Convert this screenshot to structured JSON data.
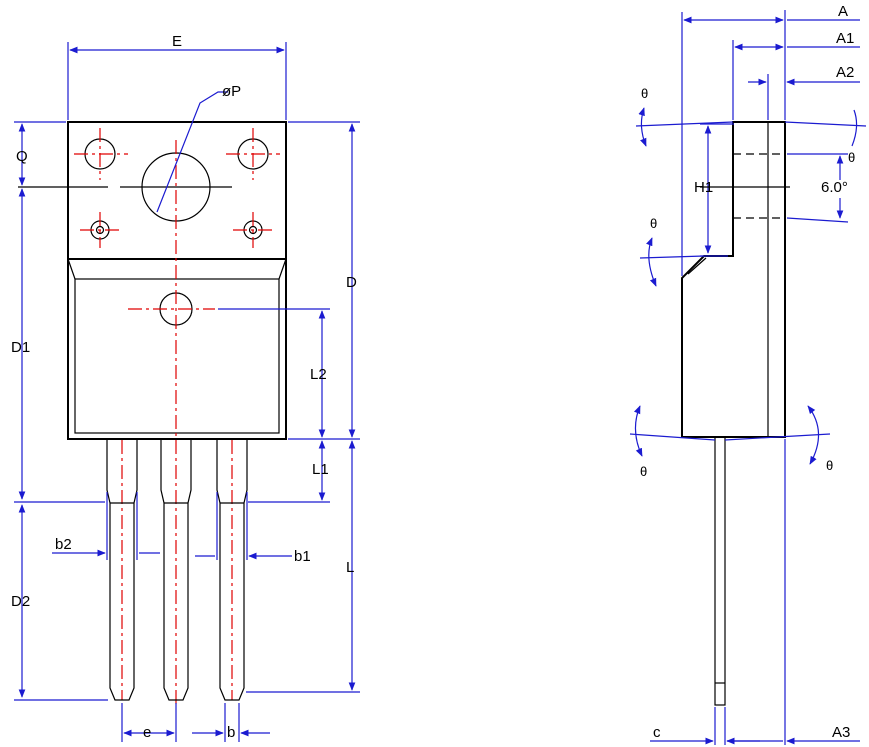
{
  "front_view": {
    "labels": {
      "E": "E",
      "P": "øP",
      "Q": "Q",
      "D": "D",
      "D1": "D1",
      "D2": "D2",
      "L": "L",
      "L1": "L1",
      "L2": "L2",
      "b1": "b1",
      "b2": "b2",
      "b": "b",
      "e": "e"
    }
  },
  "side_view": {
    "labels": {
      "A": "A",
      "A1": "A1",
      "A2": "A2",
      "A3": "A3",
      "H1": "H1",
      "c": "c",
      "angle": "6.0°",
      "theta": "θ"
    }
  }
}
